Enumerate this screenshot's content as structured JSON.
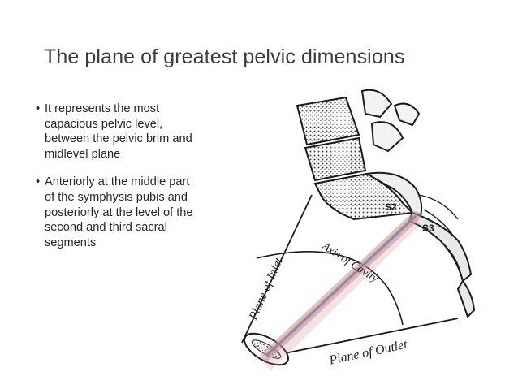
{
  "slide": {
    "title": "The plane of greatest pelvic dimensions",
    "bullets": [
      "It represents the most capacious pelvic level, between the pelvic brim and midlevel plane",
      "Anteriorly at the middle part of the symphysis pubis and posteriorly at the level of the second and third sacral segments"
    ],
    "bullet_symbol": "•"
  },
  "figure": {
    "labels": {
      "plane_of_inlet": "Plane of Inlet",
      "axis_of_cavity": "Axis of Cavity",
      "plane_of_outlet": "Plane of Outlet",
      "s2": "S2",
      "s3": "S3"
    },
    "colors": {
      "plane_line": "#7a85b8",
      "plane_glow": "#c98f8f",
      "ink": "#1a1a1a"
    }
  }
}
